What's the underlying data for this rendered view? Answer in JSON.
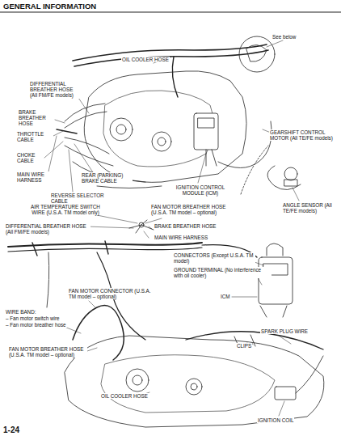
{
  "diagram": {
    "title": "GENERAL INFORMATION",
    "labels": [
      "See below",
      "OIL COOLER HOSE",
      "DIFFERENTIAL BREATHER HOSE (All FM/FE models)",
      "BRAKE BREATHER HOSE",
      "THROTTLE CABLE",
      "CHOKE CABLE",
      "MAIN WIRE HARNESS",
      "REAR (PARKING) BRAKE CABLE",
      "REVERSE SELECTOR CABLE",
      "IGNITION CONTROL MODULE (ICM)",
      "GEARSHIFT CONTROL MOTOR (All TE/FE models)",
      "ANGLE SENSOR (All TE/FE models)",
      "AIR TEMPERATURE SWITCH WIRE (U.S.A. TM model only)",
      "FAN MOTOR BREATHER HOSE (U.S.A. TM model – optional)",
      "DIFFERENTIAL BREATHER HOSE (All FM/FE models)",
      "BRAKE BREATHER HOSE",
      "MAIN WIRE HARNESS",
      "CONNECTORS (Except U.S.A. TM model)",
      "GROUND TERMINAL (No interference with oil cooler)",
      "ICM",
      "FAN MOTOR CONNECTOR (U.S.A. TM model – optional)",
      "WIRE BAND:",
      "– Fan motor switch wire",
      "– Fan motor breather hose",
      "SPARK PLUG WIRE",
      "CLIPS",
      "FAN MOTOR BREATHER HOSE (U.S.A. TM model – optional)",
      "OIL COOLER HOSE",
      "IGNITION COIL",
      "1-24"
    ]
  }
}
